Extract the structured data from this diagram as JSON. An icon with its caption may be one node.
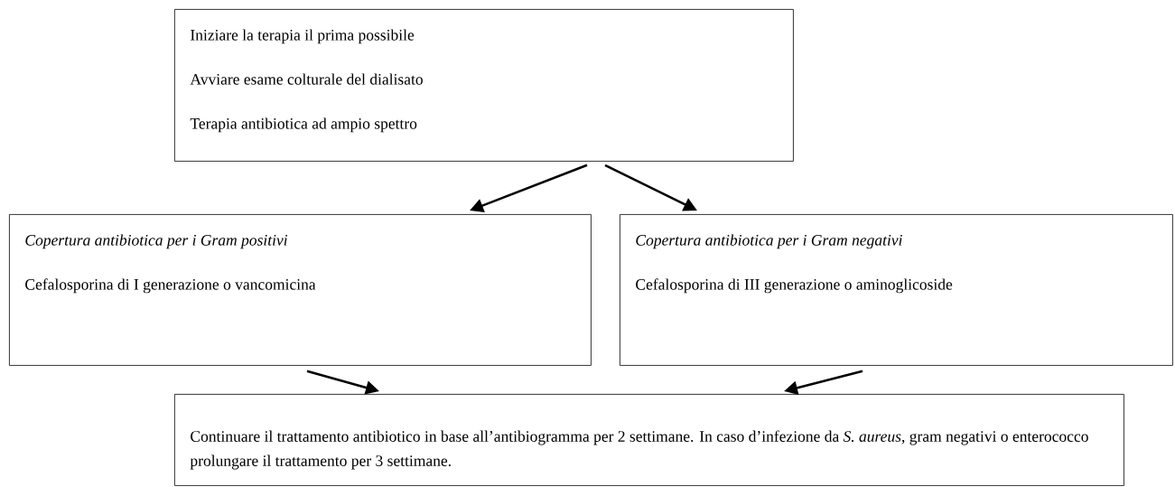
{
  "diagram": {
    "nodes": [
      {
        "text": [
          "Iniziare la terapia il prima possibile",
          "Avviare esame colturale del dialisato",
          "Terapia antibiotica ad ampio spettro"
        ]
      },
      {
        "text": [
          "Copertura antibiotica per i Gram positivi",
          "Cefalosporina di I generazione o vancomicina"
        ]
      },
      {
        "text": [
          "Copertura antibiotica per i Gram negativi",
          "Cefalosporina di III generazione o aminoglicoside"
        ]
      },
      {
        "text": [
          "Continuare il trattamento antibiotico in base all’antibiogramma per 2 settimane. In caso d’infezione da *S. aureus*, gram negativi o enterococco prolungare il trattamento per 3 settimane."
        ]
      }
    ],
    "edges": [
      {
        "from": 0,
        "to": 1,
        "arrow": "to"
      },
      {
        "from": 0,
        "to": 2,
        "arrow": "to"
      },
      {
        "from": 1,
        "to": 3,
        "arrow": "to"
      },
      {
        "from": 2,
        "to": 3,
        "arrow": "to"
      }
    ]
  }
}
